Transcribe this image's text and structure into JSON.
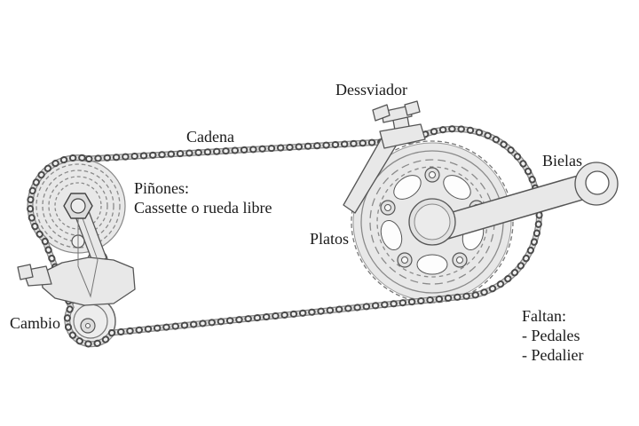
{
  "diagram": {
    "subject": "bicycle-drivetrain-diagram",
    "background_color": "#ffffff",
    "ink_color": "#555555",
    "part_fill_color": "#e8e8e8",
    "labels": {
      "dessviador": "Dessviador",
      "cadena": "Cadena",
      "bielas": "Bielas",
      "pinones_title": "Piñones:",
      "pinones_subtitle": "Cassette o rueda libre",
      "platos": "Platos",
      "cambio": "Cambio",
      "faltan_title": "Faltan:",
      "faltan_item_1": "- Pedales",
      "faltan_item_2": "- Pedalier"
    }
  }
}
